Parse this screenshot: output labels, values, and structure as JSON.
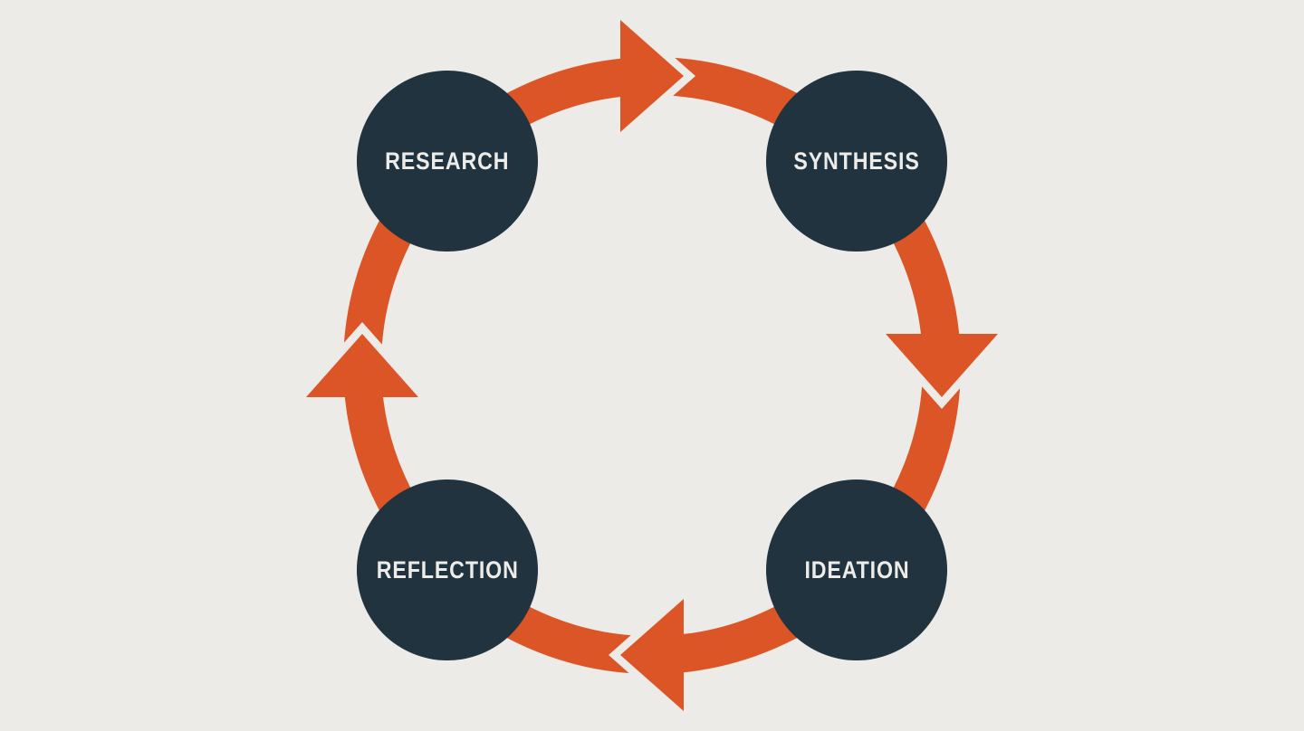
{
  "diagram": {
    "type": "cycle",
    "direction": "clockwise",
    "nodes": [
      {
        "id": "research",
        "label": "RESEARCH"
      },
      {
        "id": "synthesis",
        "label": "SYNTHESIS"
      },
      {
        "id": "ideation",
        "label": "IDEATION"
      },
      {
        "id": "reflection",
        "label": "REFLECTION"
      }
    ],
    "connectors": [
      {
        "from": "RESEARCH",
        "to": "SYNTHESIS",
        "arrow": "right"
      },
      {
        "from": "SYNTHESIS",
        "to": "IDEATION",
        "arrow": "down"
      },
      {
        "from": "IDEATION",
        "to": "REFLECTION",
        "arrow": "left"
      },
      {
        "from": "REFLECTION",
        "to": "RESEARCH",
        "arrow": "up"
      }
    ]
  },
  "colors": {
    "background": "#ECEBE8",
    "ring": "#DC5526",
    "node": "#20333E",
    "label": "#EDECE9"
  }
}
